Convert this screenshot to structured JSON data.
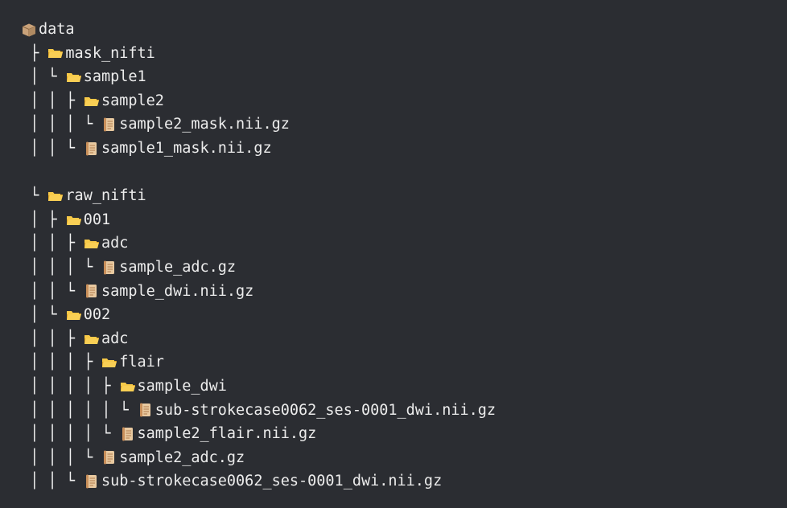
{
  "tree": {
    "lines": [
      {
        "prefix": "",
        "icon": "package-icon",
        "name": "data"
      },
      {
        "prefix": " ├ ",
        "icon": "folder-icon",
        "name": "mask_nifti"
      },
      {
        "prefix": " │ └ ",
        "icon": "folder-icon",
        "name": "sample1"
      },
      {
        "prefix": " │ │ ├ ",
        "icon": "folder-icon",
        "name": "sample2"
      },
      {
        "prefix": " │ │ │ └ ",
        "icon": "file-icon",
        "name": "sample2_mask.nii.gz"
      },
      {
        "prefix": " │ │ └ ",
        "icon": "file-icon",
        "name": "sample1_mask.nii.gz"
      },
      {
        "prefix": "",
        "icon": "",
        "name": ""
      },
      {
        "prefix": " └ ",
        "icon": "folder-icon",
        "name": "raw_nifti"
      },
      {
        "prefix": " │ ├ ",
        "icon": "folder-icon",
        "name": "001"
      },
      {
        "prefix": " │ │ ├ ",
        "icon": "folder-icon",
        "name": "adc"
      },
      {
        "prefix": " │ │ │ └ ",
        "icon": "file-icon",
        "name": "sample_adc.gz"
      },
      {
        "prefix": " │ │ └ ",
        "icon": "file-icon",
        "name": "sample_dwi.nii.gz"
      },
      {
        "prefix": " │ └ ",
        "icon": "folder-icon",
        "name": "002"
      },
      {
        "prefix": " │ │ ├ ",
        "icon": "folder-icon",
        "name": "adc"
      },
      {
        "prefix": " │ │ │ ├ ",
        "icon": "folder-icon",
        "name": "flair"
      },
      {
        "prefix": " │ │ │ │ ├ ",
        "icon": "folder-icon",
        "name": "sample_dwi"
      },
      {
        "prefix": " │ │ │ │ │ └ ",
        "icon": "file-icon",
        "name": "sub-strokecase0062_ses-0001_dwi.nii.gz"
      },
      {
        "prefix": " │ │ │ │ └ ",
        "icon": "file-icon",
        "name": "sample2_flair.nii.gz"
      },
      {
        "prefix": " │ │ │ └ ",
        "icon": "file-icon",
        "name": "sample2_adc.gz"
      },
      {
        "prefix": " │ │ └ ",
        "icon": "file-icon",
        "name": "sub-strokecase0062_ses-0001_dwi.nii.gz"
      }
    ]
  },
  "colors": {
    "background": "#2b2d32",
    "text": "#ececec",
    "folder": "#f5c542",
    "file": "#e8c9a0",
    "package": "#c9a27a"
  }
}
